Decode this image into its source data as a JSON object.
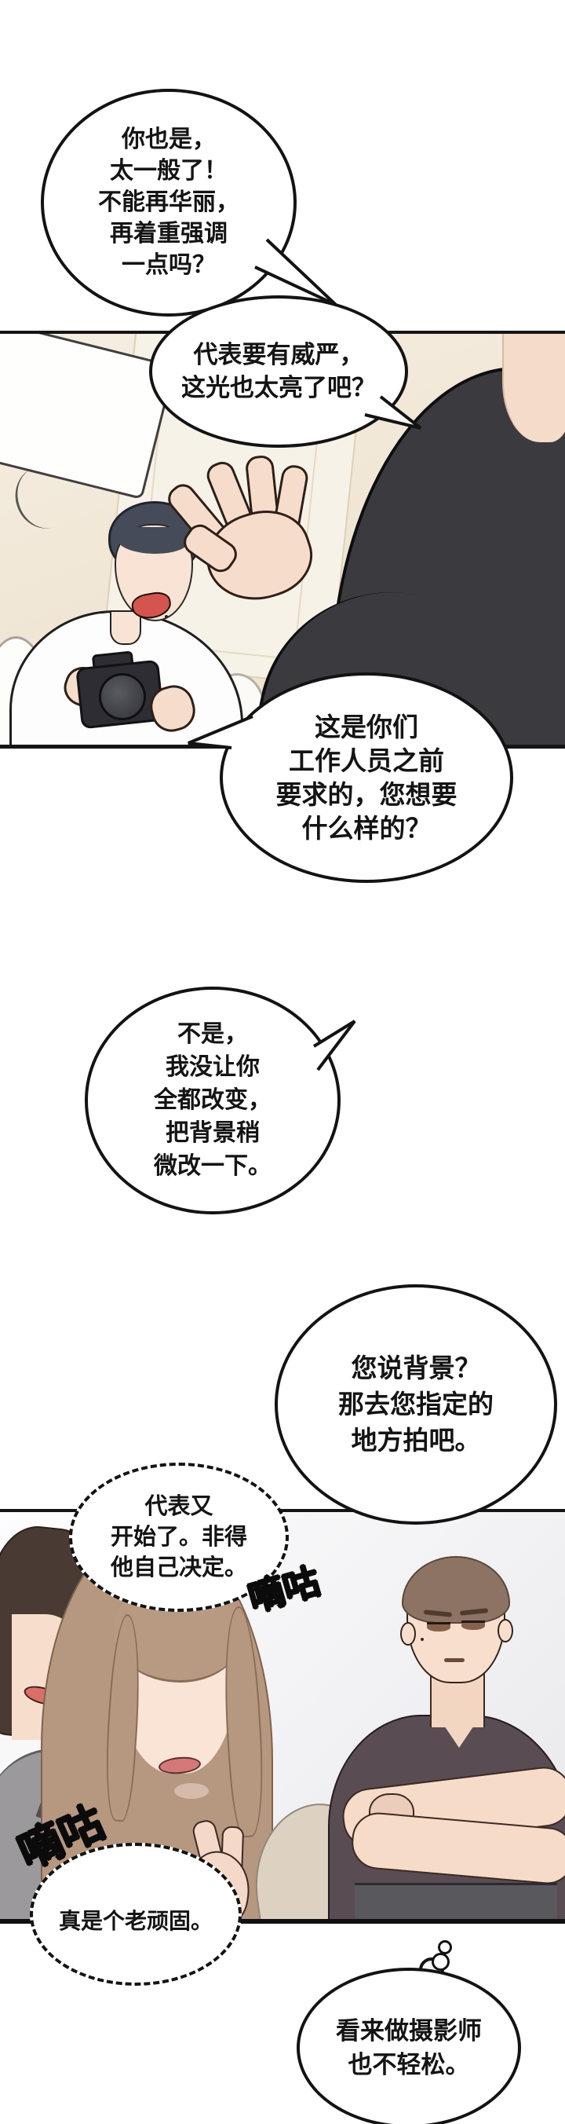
{
  "page": {
    "kind": "webtoon comic page",
    "language": "zh-CN",
    "panel_count": 2
  },
  "bubbles": {
    "b1": {
      "style": "speech",
      "lines": [
        "你也是，",
        "太一般了！",
        "不能再华丽，",
        "再着重强调",
        "一点吗？"
      ]
    },
    "b2": {
      "style": "speech",
      "lines": [
        "代表要有威严，",
        "这光也太亮了吧？"
      ]
    },
    "b3": {
      "style": "speech",
      "lines": [
        "这是你们",
        "工作人员之前",
        "要求的，您想要",
        "什么样的？"
      ]
    },
    "b4": {
      "style": "speech",
      "lines": [
        "不是，",
        "我没让你",
        "全都改变，",
        "把背景稍",
        "微改一下。"
      ]
    },
    "b5": {
      "style": "speech",
      "lines": [
        "您说背景？",
        "那去您指定的",
        "地方拍吧。"
      ]
    },
    "b6": {
      "style": "whisper-dashed",
      "lines": [
        "代表又",
        "开始了。非得",
        "他自己决定。"
      ]
    },
    "b7": {
      "style": "whisper-dashed",
      "lines": [
        "真是个老顽固。"
      ]
    },
    "b8": {
      "style": "thought",
      "lines": [
        "看来做摄影师",
        "也不轻松。"
      ]
    }
  },
  "sfx": {
    "murmur_right": "嘀咕",
    "murmur_left": "嘀咕"
  },
  "colors": {
    "outline": "#131313",
    "panel1_wall": "#f1e7d6",
    "suit_dark": "#3b3a3f",
    "skin": "#f6dcca",
    "photographer_hair": "#454b58",
    "camera_body": "#2d2d33",
    "panel2_bg": "#f2f2f4",
    "big_man_shirt": "#5a4c53",
    "big_man_hair": "#8c7363",
    "woman_hair": "#b69780",
    "woman_shirt": "#b9c6ce",
    "left_man_hair": "#493b34",
    "left_man_suit": "#9b999c",
    "beige_shoulder": "#ddd1c1",
    "mouth_red": "#d4787a"
  }
}
